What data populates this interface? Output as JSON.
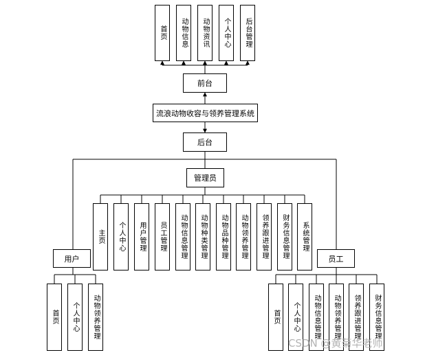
{
  "front": {
    "modules": [
      "首页",
      "动物信息",
      "动物资讯",
      "个人中心",
      "后台管理"
    ],
    "node": "前台"
  },
  "system": {
    "title": "流浪动物收容与领养管理系统"
  },
  "back": {
    "node": "后台"
  },
  "admin": {
    "node": "管理员",
    "modules": [
      "主页",
      "个人中心",
      "用户管理",
      "员工管理",
      "动物信息管理",
      "动物种类管理",
      "动物品种管理",
      "动物领养管理",
      "领养跟进管理",
      "财务信息管理",
      "系统管理"
    ]
  },
  "user": {
    "node": "用户",
    "modules": [
      "首页",
      "个人中心",
      "动物领养管理"
    ]
  },
  "staff": {
    "node": "员工",
    "modules": [
      "首页",
      "个人中心",
      "动物信息管理",
      "动物领养管理",
      "领养跟进管理",
      "财务信息管理"
    ]
  },
  "watermark": "CSDN @黄菊华老师"
}
